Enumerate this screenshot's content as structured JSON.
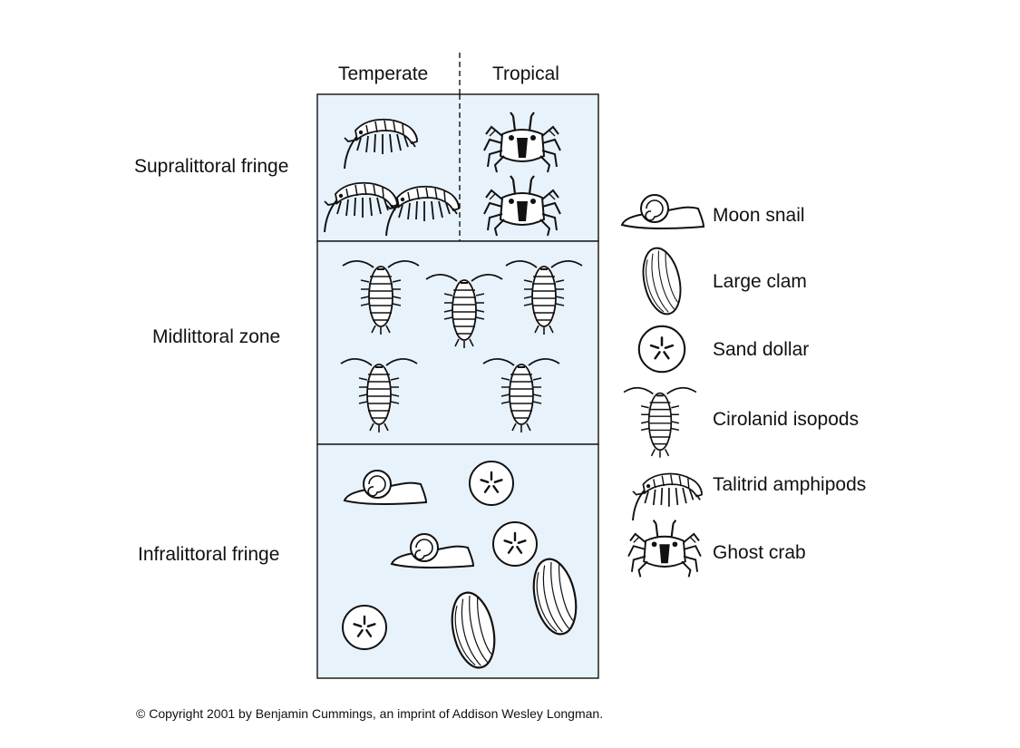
{
  "columns": [
    "Temperate",
    "Tropical"
  ],
  "zones": [
    "Supralittoral fringe",
    "Midlittoral zone",
    "Infralittoral fringe"
  ],
  "legend": [
    "Moon snail",
    "Large clam",
    "Sand dollar",
    "Cirolanid isopods",
    "Talitrid amphipods",
    "Ghost crab"
  ],
  "copyright": "© Copyright 2001 by Benjamin Cummings, an imprint of Addison Wesley Longman.",
  "colors": {
    "zone_fill": "#e8f2fb",
    "ink": "#111111"
  }
}
